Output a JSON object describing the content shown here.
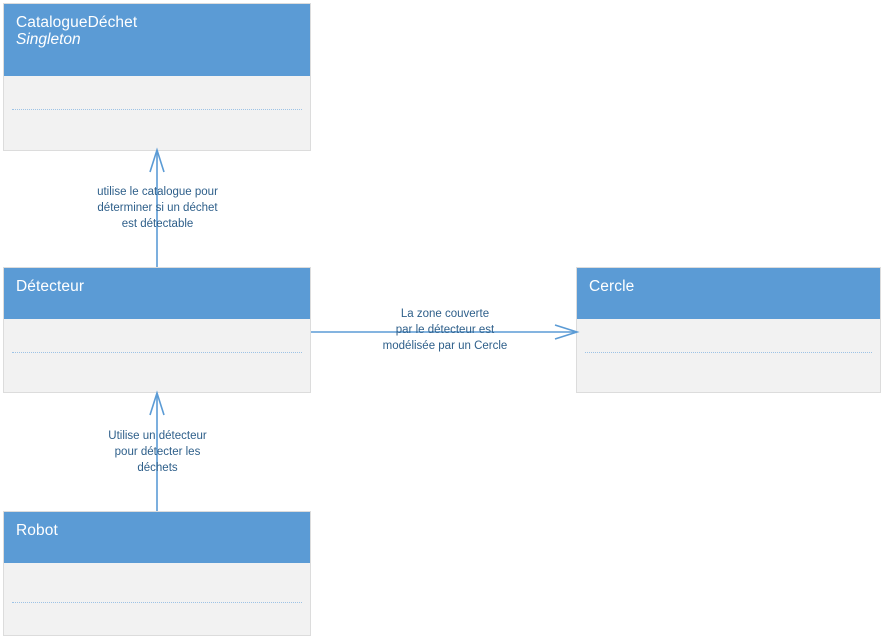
{
  "diagram": {
    "type": "uml-class-diagram",
    "language": "fr",
    "colors": {
      "header_fill": "#5B9BD5",
      "body_fill": "#F2F2F2",
      "body_border": "#DCDCDC",
      "divider": "#9DC3E6",
      "connector": "#5B9BD5",
      "label_text": "#2E5F8A",
      "header_text": "#FFFFFF",
      "background": "#FFFFFF"
    },
    "classes": [
      {
        "id": "catalogue",
        "name": "CatalogueDéchet",
        "stereotype": "Singleton",
        "attributes": "",
        "operations": ""
      },
      {
        "id": "detecteur",
        "name": "Détecteur",
        "stereotype": "",
        "attributes": "",
        "operations": ""
      },
      {
        "id": "cercle",
        "name": "Cercle",
        "stereotype": "",
        "attributes": "",
        "operations": ""
      },
      {
        "id": "robot",
        "name": "Robot",
        "stereotype": "",
        "attributes": "",
        "operations": ""
      }
    ],
    "connectors": [
      {
        "id": "detecteur-to-catalogue",
        "from": "Détecteur",
        "to": "CatalogueDéchet",
        "direction": "up",
        "label_line1": "utilise le catalogue pour",
        "label_line2": "déterminer si un déchet",
        "label_line3": "est détectable"
      },
      {
        "id": "robot-to-detecteur",
        "from": "Robot",
        "to": "Détecteur",
        "direction": "up",
        "label_line1": "Utilise un détecteur",
        "label_line2": "pour détecter les",
        "label_line3": "déchets"
      },
      {
        "id": "detecteur-to-cercle",
        "from": "Détecteur",
        "to": "Cercle",
        "direction": "right",
        "label_line1": "La zone couverte",
        "label_line2": "par le détecteur est",
        "label_line3": "modélisée par un Cercle"
      }
    ]
  }
}
